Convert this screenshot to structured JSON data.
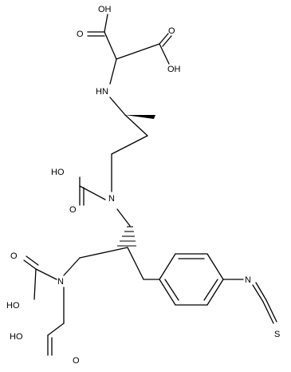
{
  "molecule": {
    "atoms": {
      "oh_top1": "OH",
      "oh_top2": "OH",
      "o_top1": "O",
      "o_top2": "O",
      "hn": "HN",
      "ho_mid": "HO",
      "o_mid": "O",
      "n_mid": "N",
      "o_left": "O",
      "ho_left": "HO",
      "n_left": "N",
      "n_iso": "N",
      "ho_bottom": "HO",
      "o_bottom": "O",
      "s_iso": "S"
    },
    "colors": {
      "bond": "#000000",
      "background": "#ffffff"
    }
  }
}
